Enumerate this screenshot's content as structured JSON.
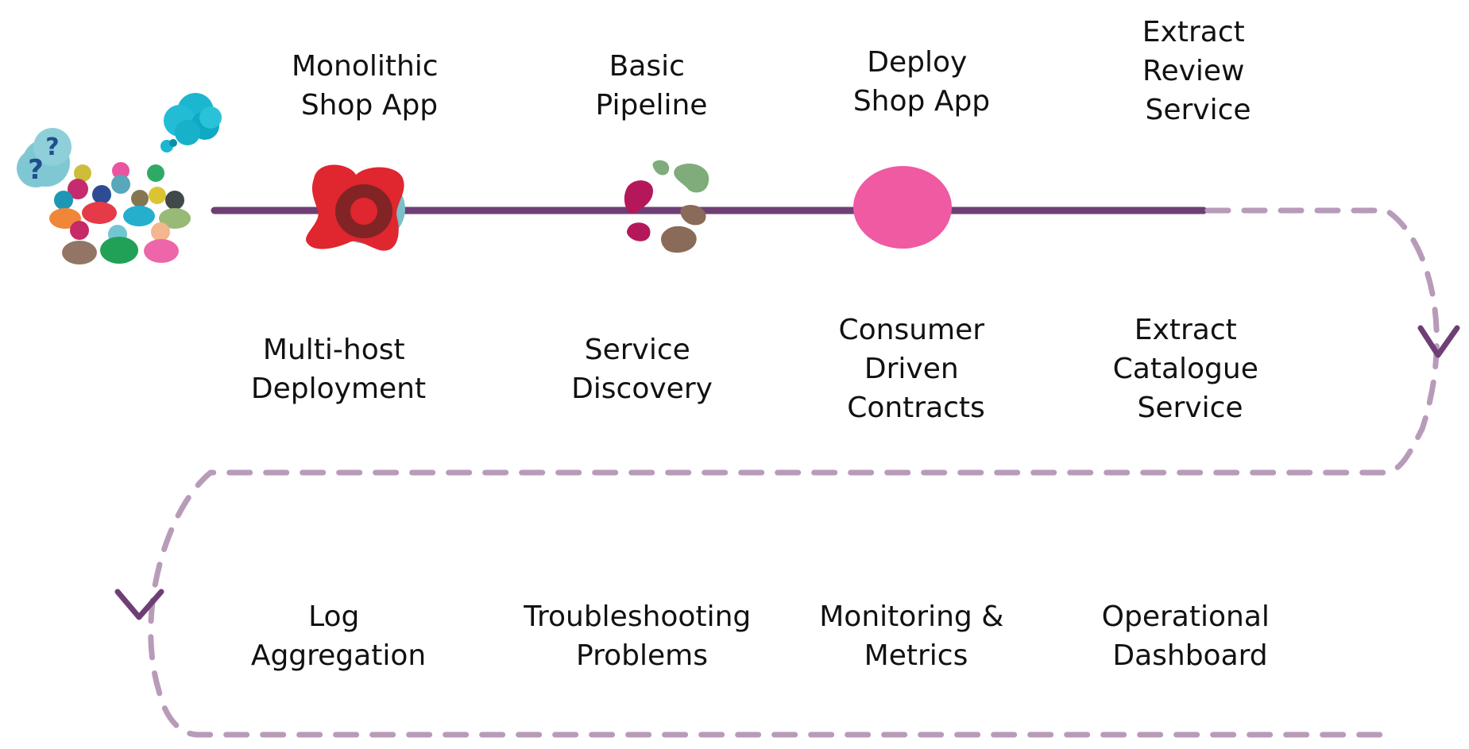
{
  "colors": {
    "line": "#6e3f75",
    "dashed": "#b79bb9",
    "monolith_red": "#e0262e",
    "monolith_blue": "#7bbfc9",
    "monolith_dark": "#7a2426",
    "deploy_pink": "#ef5aa2",
    "pipeline_crimson": "#b5185a",
    "pipeline_green": "#7fac7a",
    "pipeline_brown": "#8a6a58"
  },
  "row1": [
    {
      "lines": [
        "Monolithic",
        "Shop App"
      ],
      "icon": "monolith-blob-icon"
    },
    {
      "lines": [
        "Basic",
        "Pipeline"
      ],
      "icon": "pipeline-cycle-icon"
    },
    {
      "lines": [
        "Deploy",
        "Shop App"
      ],
      "icon": "deploy-circle-icon"
    },
    {
      "lines": [
        "Extract",
        "Review",
        "Service"
      ]
    }
  ],
  "row2": [
    {
      "lines": [
        "Multi-host",
        "Deployment"
      ]
    },
    {
      "lines": [
        "Service",
        "Discovery"
      ]
    },
    {
      "lines": [
        "Consumer",
        "Driven",
        "Contracts"
      ]
    },
    {
      "lines": [
        "Extract",
        "Catalogue",
        "Service"
      ]
    }
  ],
  "row3": [
    {
      "lines": [
        "Log",
        "Aggregation"
      ]
    },
    {
      "lines": [
        "Troubleshooting",
        "Problems"
      ]
    },
    {
      "lines": [
        "Monitoring &",
        "Metrics"
      ]
    },
    {
      "lines": [
        "Operational",
        "Dashboard"
      ]
    }
  ],
  "people_cluster_icon": "people-cluster-icon",
  "question_bubble_text": [
    "?",
    "?"
  ],
  "direction_arrow_icon": "chevron-down-icon"
}
